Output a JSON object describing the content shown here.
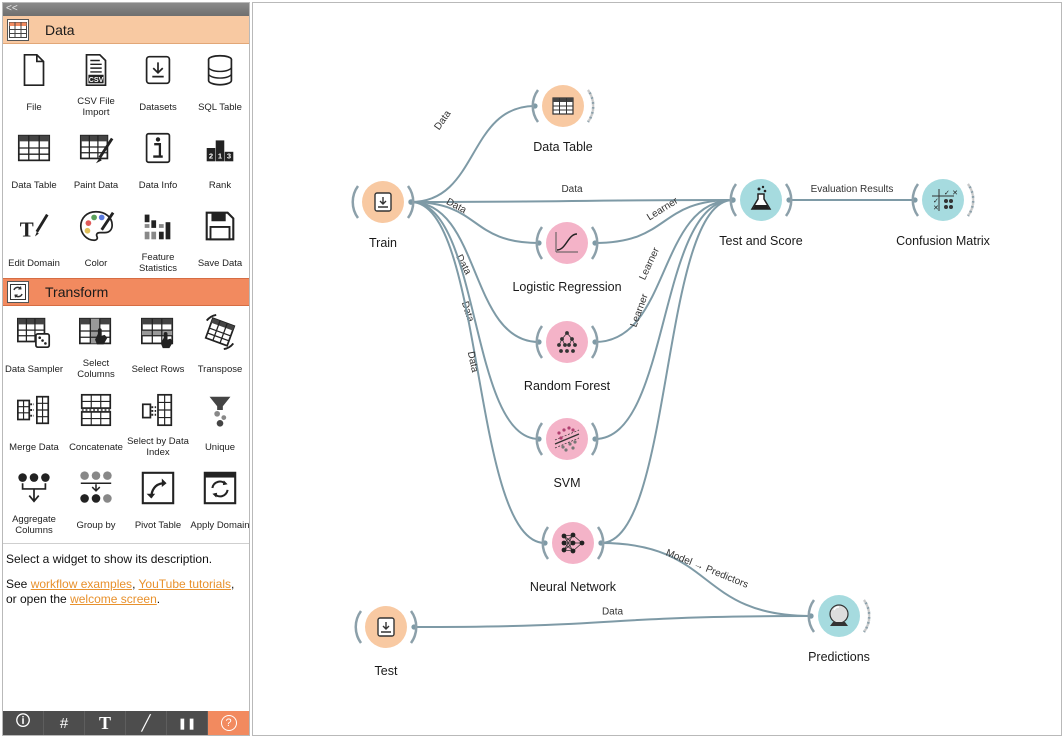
{
  "dock": {
    "collapse_glyph": "<<",
    "categories": [
      {
        "name": "Data",
        "icon": "table-icon",
        "widgets": [
          {
            "label": "File",
            "icon": "file-icon"
          },
          {
            "label": "CSV File Import",
            "icon": "csv-icon"
          },
          {
            "label": "Datasets",
            "icon": "datasets-icon"
          },
          {
            "label": "SQL Table",
            "icon": "database-icon"
          },
          {
            "label": "Data Table",
            "icon": "table-icon"
          },
          {
            "label": "Paint Data",
            "icon": "paint-data-icon"
          },
          {
            "label": "Data Info",
            "icon": "info-icon"
          },
          {
            "label": "Rank",
            "icon": "rank-icon"
          },
          {
            "label": "Edit Domain",
            "icon": "edit-domain-icon"
          },
          {
            "label": "Color",
            "icon": "palette-icon"
          },
          {
            "label": "Feature Statistics",
            "icon": "feature-statistics-icon"
          },
          {
            "label": "Save Data",
            "icon": "save-icon"
          }
        ]
      },
      {
        "name": "Transform",
        "icon": "transform-icon",
        "widgets": [
          {
            "label": "Data Sampler",
            "icon": "data-sampler-icon"
          },
          {
            "label": "Select Columns",
            "icon": "select-columns-icon"
          },
          {
            "label": "Select Rows",
            "icon": "select-rows-icon"
          },
          {
            "label": "Transpose",
            "icon": "transpose-icon"
          },
          {
            "label": "Merge Data",
            "icon": "merge-data-icon"
          },
          {
            "label": "Concatenate",
            "icon": "concatenate-icon"
          },
          {
            "label": "Select by Data Index",
            "icon": "select-by-index-icon"
          },
          {
            "label": "Unique",
            "icon": "unique-icon"
          },
          {
            "label": "Aggregate Columns",
            "icon": "aggregate-columns-icon"
          },
          {
            "label": "Group by",
            "icon": "group-by-icon"
          },
          {
            "label": "Pivot Table",
            "icon": "pivot-table-icon"
          },
          {
            "label": "Apply Domain",
            "icon": "apply-domain-icon"
          }
        ]
      }
    ],
    "description": {
      "line1": "Select a widget to show its description.",
      "see": "See ",
      "link_examples": "workflow examples",
      "comma1": ", ",
      "link_tutorials": "YouTube tutorials",
      "comma2": ",",
      "or_open": "or open the ",
      "link_welcome": "welcome screen",
      "period": "."
    },
    "bottombar": [
      {
        "glyph": "🛈",
        "icon": "info-icon"
      },
      {
        "glyph": "#",
        "icon": "grid-icon"
      },
      {
        "glyph": "T",
        "icon": "text-annotation-icon"
      },
      {
        "glyph": "╱",
        "icon": "arrow-annotation-icon"
      },
      {
        "glyph": "❚❚",
        "icon": "pause-icon"
      },
      {
        "glyph": "?",
        "icon": "help-icon"
      }
    ]
  },
  "workflow": {
    "colors": {
      "data_node": "#f8c9a2",
      "model_node": "#f4b3c8",
      "eval_node": "#a6dbdf",
      "link": "#7e9aa6"
    },
    "nodes": [
      {
        "id": "train",
        "label": "Train",
        "type": "data",
        "icon": "file-import-icon"
      },
      {
        "id": "data_table",
        "label": "Data Table",
        "type": "data",
        "icon": "table-icon"
      },
      {
        "id": "logreg",
        "label": "Logistic Regression",
        "type": "model",
        "icon": "sigmoid-icon"
      },
      {
        "id": "rf",
        "label": "Random Forest",
        "type": "model",
        "icon": "tree-icon"
      },
      {
        "id": "svm",
        "label": "SVM",
        "type": "model",
        "icon": "svm-icon"
      },
      {
        "id": "nn",
        "label": "Neural Network",
        "type": "model",
        "icon": "network-icon"
      },
      {
        "id": "test_score",
        "label": "Test and Score",
        "type": "eval",
        "icon": "flask-icon"
      },
      {
        "id": "confusion",
        "label": "Confusion Matrix",
        "type": "eval",
        "icon": "confusion-icon"
      },
      {
        "id": "test",
        "label": "Test",
        "type": "data",
        "icon": "file-import-icon"
      },
      {
        "id": "predictions",
        "label": "Predictions",
        "type": "eval",
        "icon": "crystal-ball-icon"
      }
    ],
    "links": [
      {
        "from": "train",
        "to": "data_table",
        "label": "Data"
      },
      {
        "from": "train",
        "to": "test_score",
        "label": "Data"
      },
      {
        "from": "train",
        "to": "logreg",
        "label": "Data"
      },
      {
        "from": "train",
        "to": "rf",
        "label": "Data"
      },
      {
        "from": "train",
        "to": "svm",
        "label": "Data"
      },
      {
        "from": "train",
        "to": "nn",
        "label": "Data"
      },
      {
        "from": "logreg",
        "to": "test_score",
        "label": "Learner"
      },
      {
        "from": "rf",
        "to": "test_score",
        "label": "Learner"
      },
      {
        "from": "svm",
        "to": "test_score",
        "label": "Learner"
      },
      {
        "from": "nn",
        "to": "test_score",
        "label": ""
      },
      {
        "from": "test_score",
        "to": "confusion",
        "label": "Evaluation Results"
      },
      {
        "from": "nn",
        "to": "predictions",
        "label": "Model → Predictors"
      },
      {
        "from": "test",
        "to": "predictions",
        "label": "Data"
      }
    ]
  }
}
